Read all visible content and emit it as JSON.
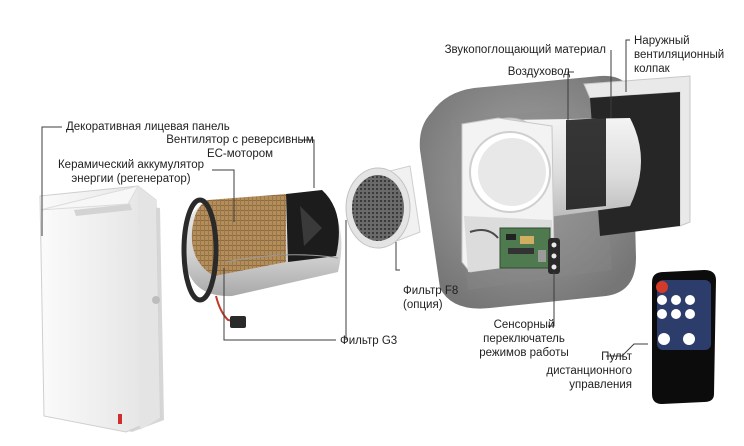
{
  "labels": {
    "sound_absorbing": "Звукопоглощающий материал",
    "outer_hood": "Наружный\nвентиляционный\nколпак",
    "air_duct": "Воздуховод",
    "decorative_panel": "Декоративная лицевая панель",
    "fan": "Вентилятор с реверсивным\nEC-мотором",
    "ceramic_accumulator": "Керамический аккумулятор\nэнергии (регенератор)",
    "filter_f8": "Фильтр F8\n(опция)",
    "filter_g3": "Фильтр G3",
    "sensor_switch": "Сенсорный\nпереключатель\nрежимов работы",
    "remote": "Пульт\nдистанционного\nуправления"
  },
  "colors": {
    "leader_line": "#3c3c3c",
    "wall": "#8e8e8e",
    "panel": "#eeeeee",
    "ceramic": "#b0895a",
    "remote_body": "#2d3e6b",
    "remote_power": "#d23a2a"
  },
  "icons": {
    "remote_buttons": [
      "power-icon",
      "speed-1-icon",
      "speed-2-icon",
      "speed-3-icon",
      "mode-icon",
      "auto-icon",
      "night-icon",
      "ventilation-icon",
      "recovery-icon"
    ]
  }
}
